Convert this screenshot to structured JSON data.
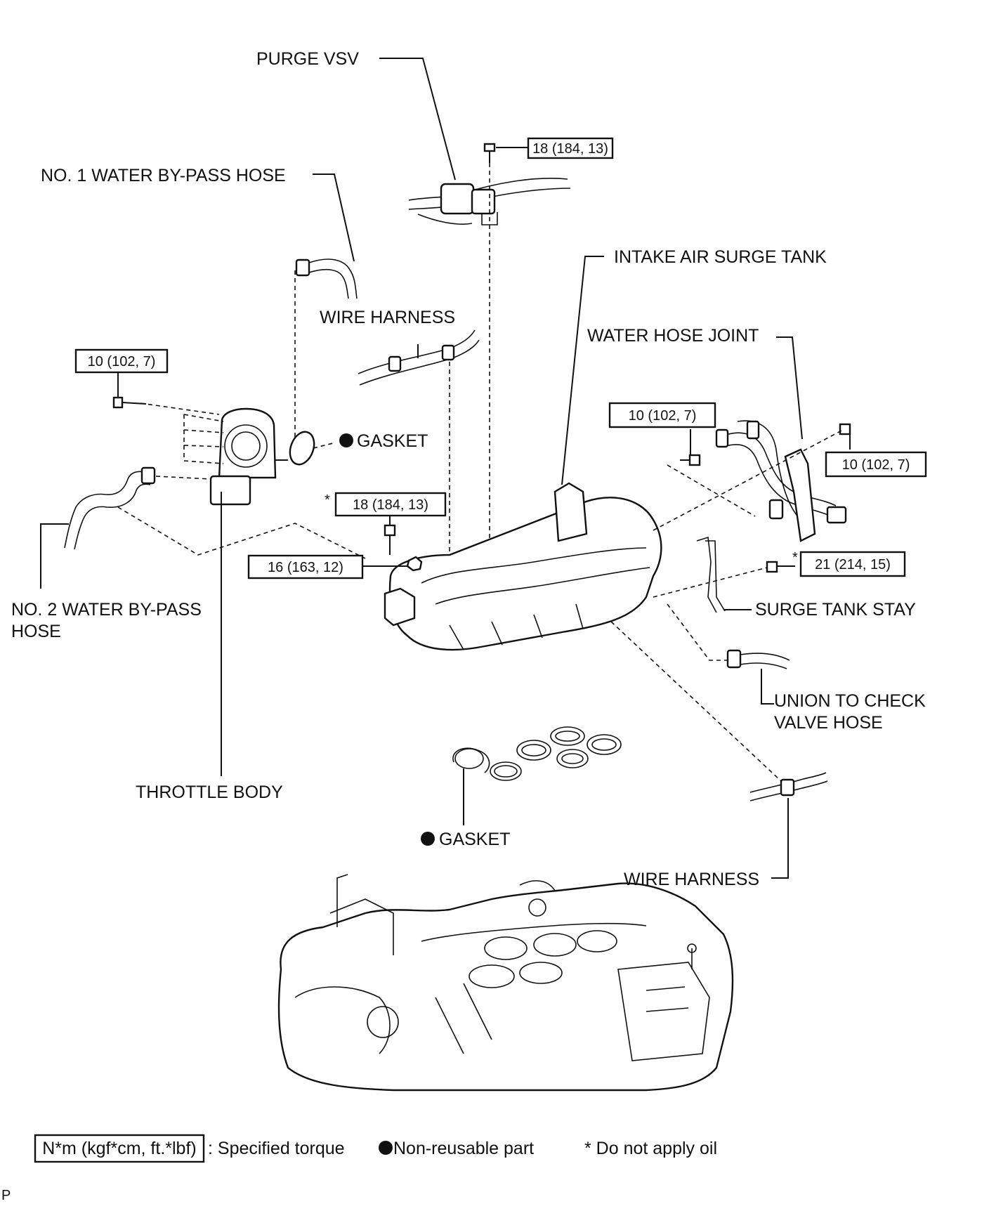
{
  "labels": {
    "purge_vsv": "PURGE VSV",
    "no1_water_bypass_hose": "NO. 1 WATER BY-PASS HOSE",
    "intake_air_surge_tank": "INTAKE AIR SURGE TANK",
    "wire_harness_top": "WIRE HARNESS",
    "water_hose_joint": "WATER HOSE JOINT",
    "gasket_throttle": "GASKET",
    "no2_water_bypass_hose_line1": "NO. 2 WATER BY-PASS",
    "no2_water_bypass_hose_line2": "HOSE",
    "surge_tank_stay": "SURGE TANK STAY",
    "union_to_check_line1": "UNION TO CHECK",
    "union_to_check_line2": "VALVE HOSE",
    "throttle_body": "THROTTLE BODY",
    "gasket_manifold": "GASKET",
    "wire_harness_bottom": "WIRE HARNESS"
  },
  "torques": {
    "purge_vsv_bolt": "18 (184, 13)",
    "throttle_bolt": "10 (102, 7)",
    "water_joint_bolt_left": "10 (102, 7)",
    "water_joint_bolt_right": "10 (102, 7)",
    "surge_tank_bolt": "18 (184, 13)",
    "surge_tank_nut": "16 (163, 12)",
    "stay_bolt": "21 (214, 15)"
  },
  "asterisk": "*",
  "legend": {
    "torque_unit": "N*m (kgf*cm, ft.*lbf)",
    "torque_text": ": Specified torque",
    "nonreusable_text": "Non-reusable part",
    "no_oil_text": "* Do not apply oil"
  },
  "corner_mark": "P"
}
